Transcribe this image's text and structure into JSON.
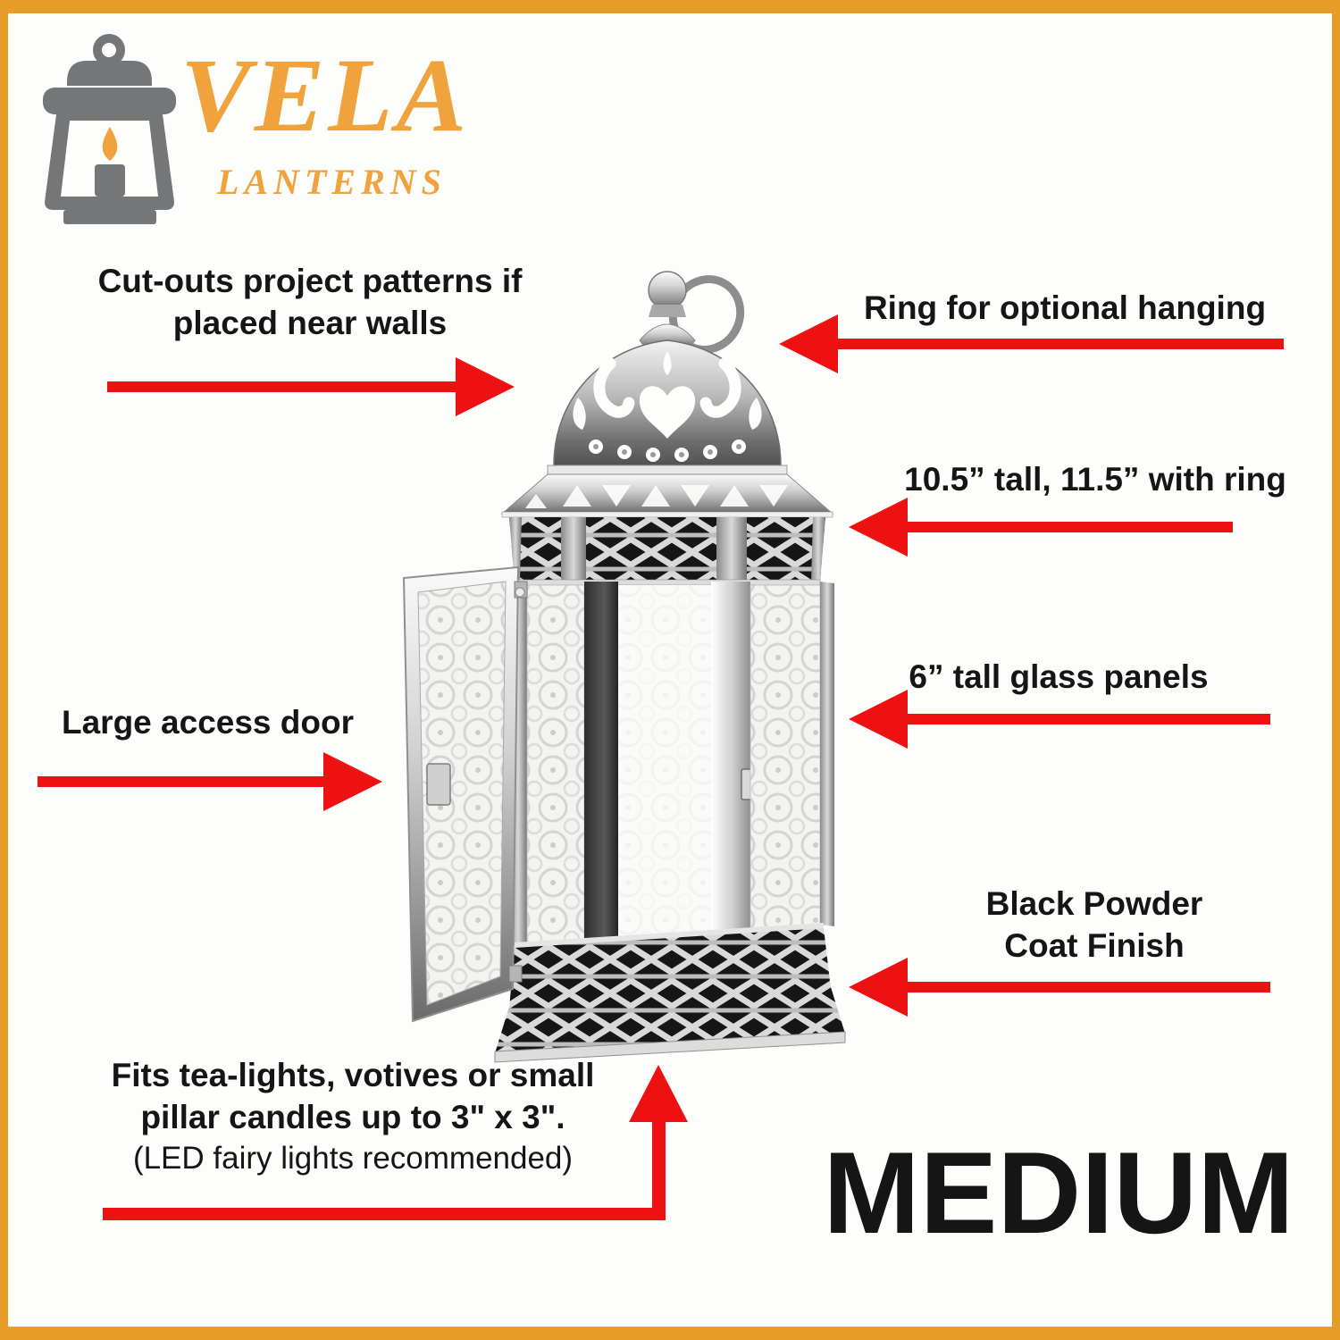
{
  "brand": {
    "name": "VELA",
    "tagline": "LANTERNS",
    "logo_icon": "lantern-with-candle-icon"
  },
  "size_label": "MEDIUM",
  "images": {
    "lantern": "moroccan-style-candle-lantern-open-door-photo"
  },
  "colors": {
    "frame_orange": "#E89C28",
    "arrow_red": "#EE1111",
    "brand_orange": "#F0A33C",
    "logo_gray": "#747678",
    "text_black": "#151515"
  },
  "callouts": {
    "cutouts": {
      "lines": [
        "Cut-outs project patterns if",
        "placed near walls"
      ],
      "arrow": "right"
    },
    "hanging_ring": {
      "lines": [
        "Ring for optional hanging"
      ],
      "arrow": "left"
    },
    "height": {
      "lines": [
        "10.5” tall, 11.5” with ring"
      ],
      "arrow": "left"
    },
    "glass_panels": {
      "lines": [
        "6” tall glass panels"
      ],
      "arrow": "left"
    },
    "access_door": {
      "lines": [
        "Large access door"
      ],
      "arrow": "right"
    },
    "finish": {
      "lines": [
        "Black Powder",
        "Coat Finish"
      ],
      "arrow": "left"
    },
    "candle_fit": {
      "lines": [
        "Fits tea-lights, votives or small",
        "pillar candles up to 3\" x 3\".",
        "(LED fairy lights recommended)"
      ],
      "arrow": "up"
    }
  }
}
